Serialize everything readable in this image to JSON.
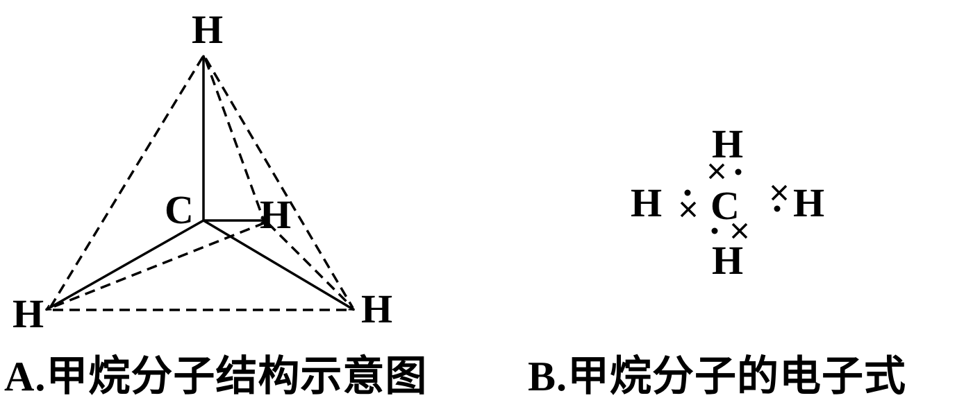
{
  "figure_a": {
    "atoms": {
      "center": "C",
      "top": "H",
      "back": "H",
      "left": "H",
      "right": "H"
    },
    "caption_letter": "A.",
    "caption_text": "甲烷分子结构示意图"
  },
  "figure_b": {
    "atoms": {
      "center": "C",
      "top": "H",
      "left": "H",
      "right": "H",
      "bottom": "H"
    },
    "electron_markers": {
      "dot": "•",
      "cross": "×"
    },
    "caption_letter": "B.",
    "caption_text": "甲烷分子的电子式"
  },
  "colors": {
    "ink": "#000000",
    "background": "#ffffff"
  }
}
